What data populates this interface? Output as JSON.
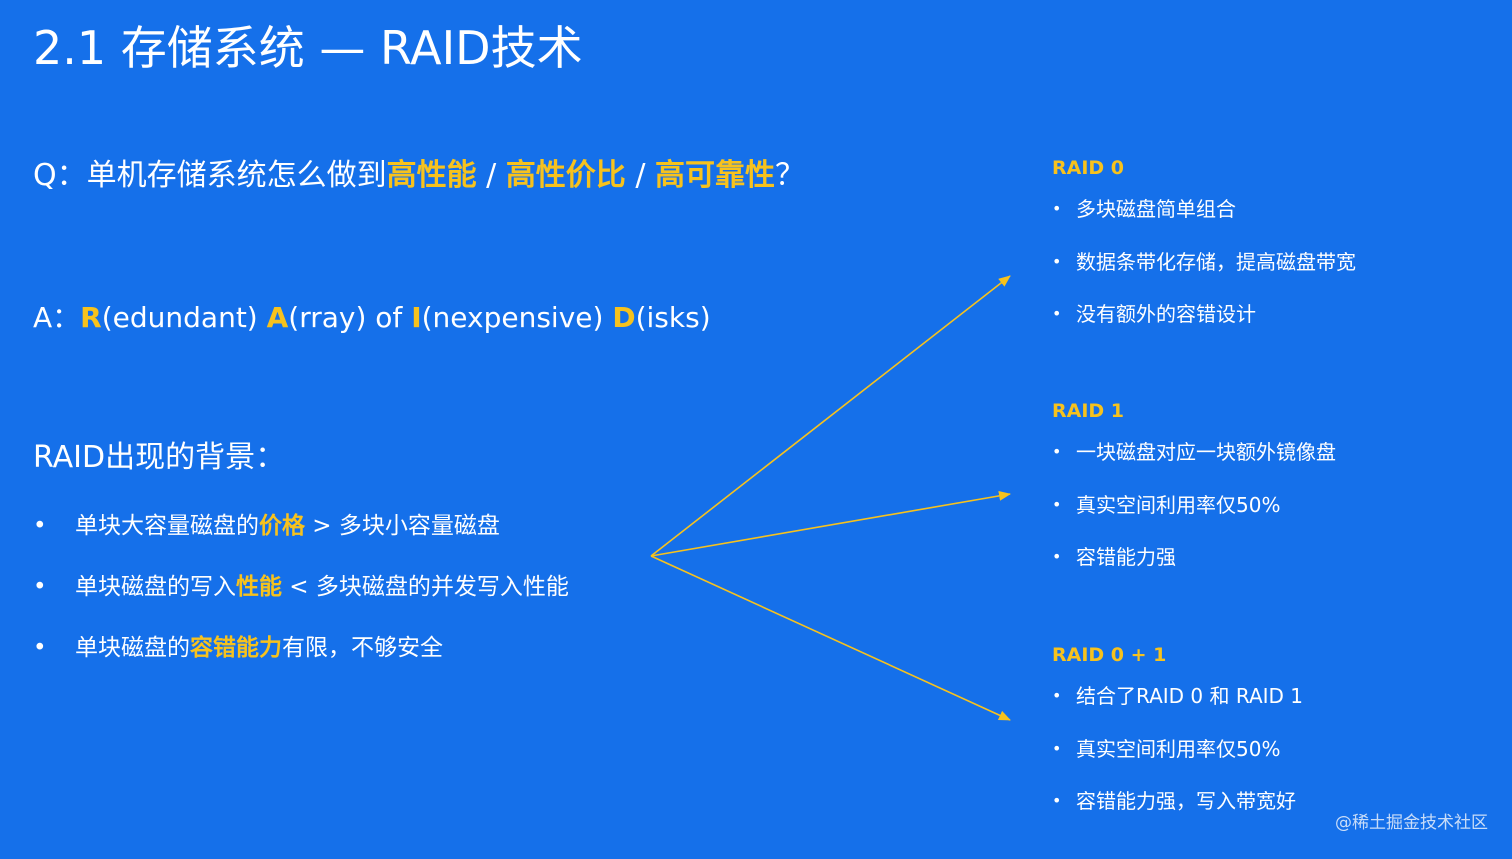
{
  "slide": {
    "title": "2.1 存储系统 — RAID技术",
    "q": {
      "prefix": "Q：单机存储系统怎么做到",
      "hl1": "高性能",
      "sep1": " / ",
      "hl2": "高性价比",
      "sep2": " / ",
      "hl3": "高可靠性",
      "suffix": "？"
    },
    "a": {
      "prefix": "A：",
      "r": "R",
      "r_rest": "(edundant) ",
      "a_letter": "A",
      "a_rest": "(rray) of ",
      "i": "I",
      "i_rest": "(nexpensive) ",
      "d": "D",
      "d_rest": "(isks)"
    },
    "background_heading": "RAID出现的背景：",
    "bullet": "•",
    "background_items": [
      {
        "pre": "单块大容量磁盘的",
        "hl": "价格",
        "post": " > 多块小容量磁盘"
      },
      {
        "pre": "单块磁盘的写入",
        "hl": "性能",
        "post": " < 多块磁盘的并发写入性能"
      },
      {
        "pre": "单块磁盘的",
        "hl": "容错能力",
        "post": "有限，不够安全"
      }
    ],
    "raid_levels": [
      {
        "title": "RAID 0",
        "items": [
          "多块磁盘简单组合",
          "数据条带化存储，提高磁盘带宽",
          "没有额外的容错设计"
        ]
      },
      {
        "title": "RAID 1",
        "items": [
          "一块磁盘对应一块额外镜像盘",
          "真实空间利用率仅50%",
          "容错能力强"
        ]
      },
      {
        "title": "RAID 0 + 1",
        "items": [
          "结合了RAID 0 和 RAID 1",
          "真实空间利用率仅50%",
          "容错能力强，写入带宽好"
        ]
      }
    ],
    "watermark": "@稀土掘金技术社区"
  },
  "colors": {
    "background": "#1570ea",
    "accent": "#f7c21d",
    "text": "#ffffff"
  }
}
